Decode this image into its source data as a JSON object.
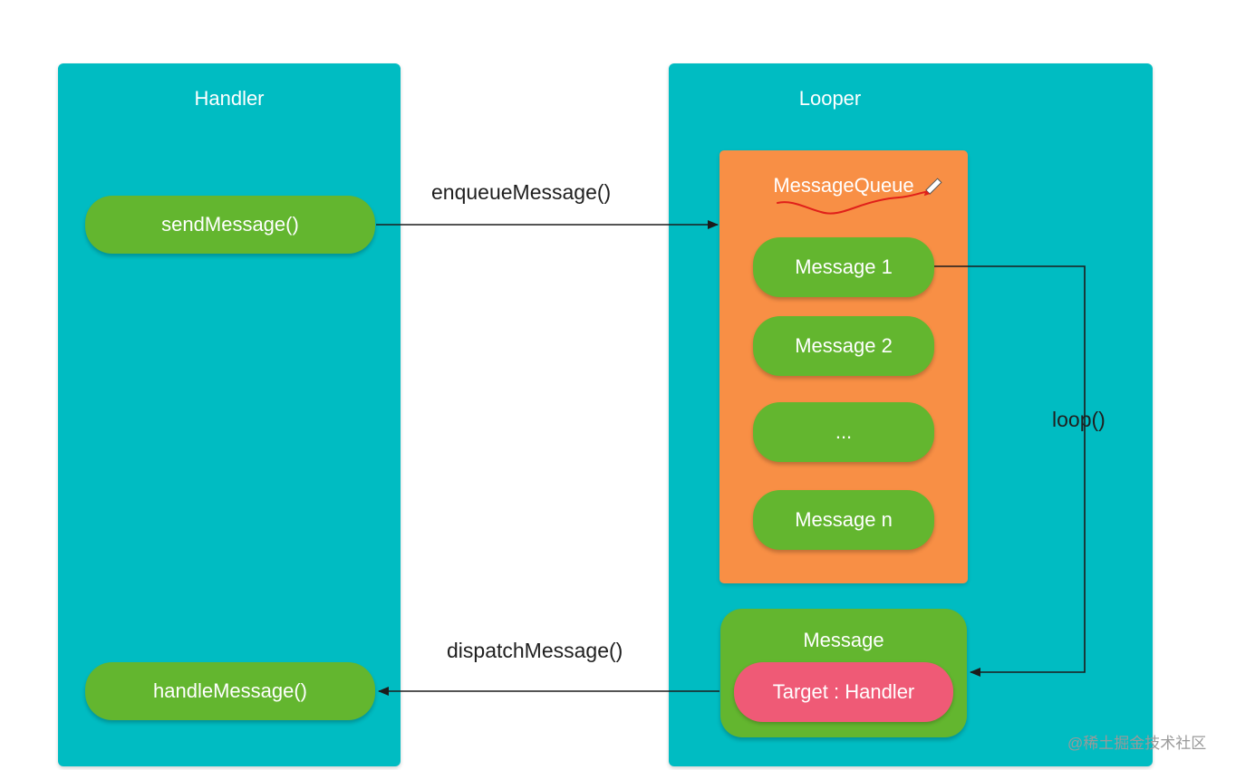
{
  "handler": {
    "title": "Handler",
    "send_label": "sendMessage()",
    "handle_label": "handleMessage()"
  },
  "looper": {
    "title": "Looper",
    "queue": {
      "title": "MessageQueue",
      "items": [
        "Message 1",
        "Message 2",
        "...",
        "Message n"
      ]
    },
    "current_message": {
      "title": "Message",
      "target": "Target : Handler"
    }
  },
  "edges": {
    "enqueue": "enqueueMessage()",
    "dispatch": "dispatchMessage()",
    "loop": "loop()"
  },
  "watermark": "@稀土掘金技术社区",
  "colors": {
    "panel": "#00BCC2",
    "pill": "#63B62F",
    "queue": "#F88F45",
    "target": "#EF5A76",
    "annotation": "#E0201A"
  }
}
